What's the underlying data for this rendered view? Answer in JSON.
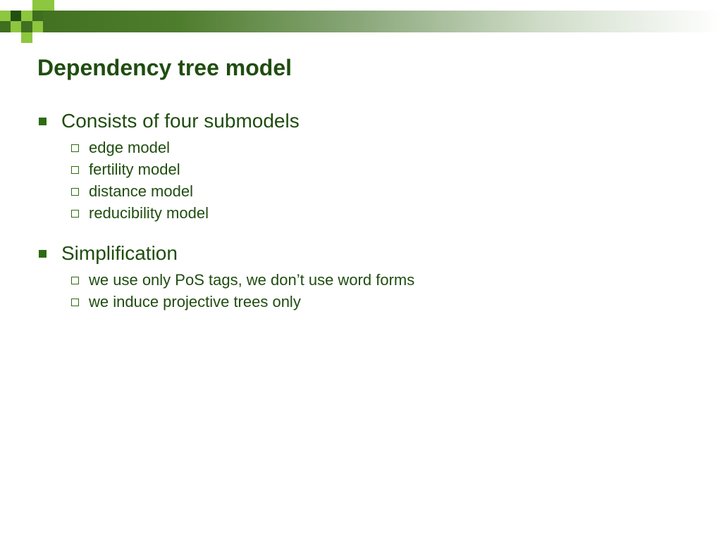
{
  "slide": {
    "title": "Dependency tree model",
    "sections": [
      {
        "heading": "Consists of four submodels",
        "items": [
          "edge model",
          "fertility model",
          "distance model",
          "reducibility model"
        ]
      },
      {
        "heading": "Simplification",
        "items": [
          "we use only PoS tags, we don’t use word forms",
          "we induce projective trees only"
        ]
      }
    ]
  },
  "colors": {
    "title_text": "#1f4d0f",
    "bullet": "#2e6b12",
    "accent_light_green": "#8dc63f",
    "accent_dark_green": "#3e6e1e"
  }
}
